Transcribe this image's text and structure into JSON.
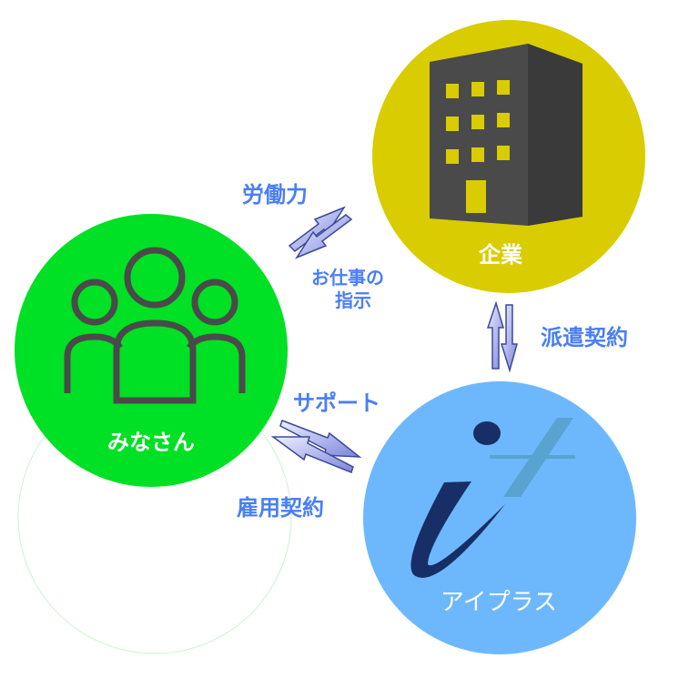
{
  "nodes": {
    "company": {
      "label": "企業",
      "icon": "building-icon",
      "color": "#d9cc00"
    },
    "people": {
      "label": "みなさん",
      "icon": "people-icon",
      "color": "#00e024"
    },
    "iplus": {
      "label": "アイプラス",
      "icon": "iplus-logo",
      "color": "#6db8fd"
    }
  },
  "edges": {
    "labor": "労働力",
    "instruction_line1": "お仕事の",
    "instruction_line2": "指示",
    "dispatch": "派遣契約",
    "support": "サポート",
    "employment": "雇用契約"
  },
  "colors": {
    "label_text": "#4a7ef5",
    "icon_dark": "#4a4a4a",
    "logo_navy": "#172e66",
    "logo_plus": "#58a3cf"
  }
}
